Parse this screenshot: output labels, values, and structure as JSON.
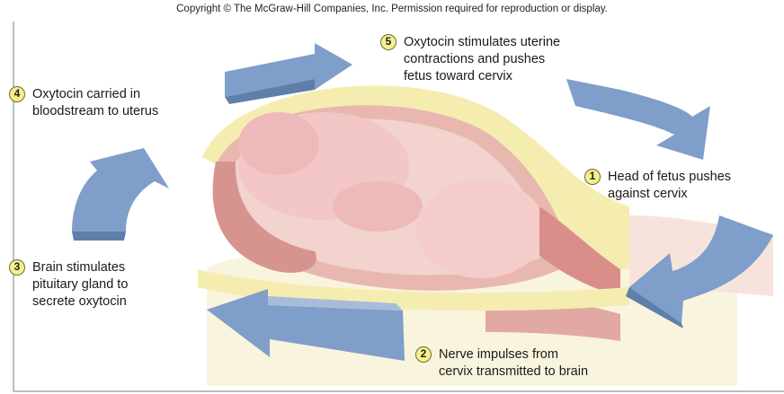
{
  "copyright": "Copyright © The McGraw-Hill Companies, Inc. Permission required for reproduction or display.",
  "colors": {
    "arrow": "#7f9ec9",
    "arrow_shadow": "#5f7fab",
    "badge": "#f4f08c",
    "uterus": "#e8b8b0",
    "fetus": "#f3c7c6",
    "fat_layer": "#f5ecb0"
  },
  "steps": [
    {
      "num": "1",
      "lines": [
        "Head of fetus pushes",
        "against cervix"
      ]
    },
    {
      "num": "2",
      "lines": [
        "Nerve impulses from",
        "cervix transmitted to brain"
      ]
    },
    {
      "num": "3",
      "lines": [
        "Brain stimulates",
        "pituitary gland to",
        "secrete oxytocin"
      ]
    },
    {
      "num": "4",
      "lines": [
        "Oxytocin carried in",
        "bloodstream to uterus"
      ]
    },
    {
      "num": "5",
      "lines": [
        "Oxytocin stimulates uterine",
        "contractions and pushes",
        "fetus toward cervix"
      ]
    }
  ]
}
